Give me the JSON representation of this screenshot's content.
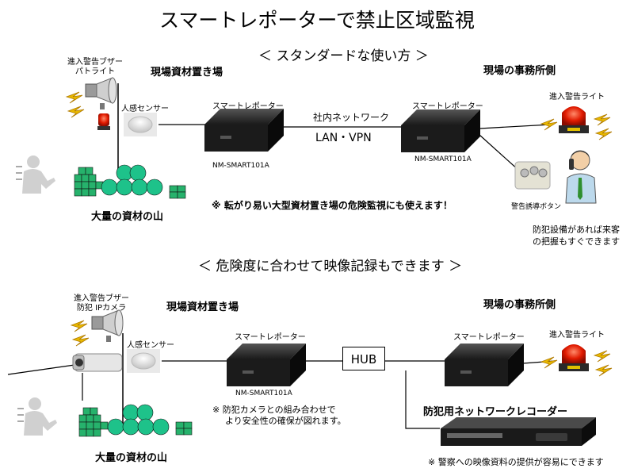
{
  "title": "スマートレポーターで禁止区域監視",
  "section1": {
    "heading": "＜ スタンダードな使い方 ＞",
    "buzzer_label_1": "進入警告ブザー",
    "buzzer_label_2": "パトライト",
    "site_label": "現場資材置き場",
    "sensor_label": "人感センサー",
    "reporter_label_left": "スマートレポーター",
    "network_label": "社内ネットワーク",
    "lan_label": "LAN・VPN",
    "reporter_label_right": "スマートレポーター",
    "office_label": "現場の事務所側",
    "warning_light_label": "進入警告ライト",
    "model_left": "NM-SMART101A",
    "model_right": "NM-SMART101A",
    "button_label": "警告誘導ボタン",
    "materials_label": "大量の資材の山",
    "note": "※ 転がり易い大型資材置き場の危険監視にも使えます！",
    "guard_note_1": "防犯設備があれば来客",
    "guard_note_2": "の把握もすぐできます"
  },
  "section2": {
    "heading": "＜ 危険度に合わせて映像記録もできます ＞",
    "buzzer_label_1": "進入警告ブザー",
    "buzzer_label_2": "防犯 IPカメラ",
    "site_label": "現場資材置き場",
    "sensor_label": "人感センサー",
    "reporter_label_left": "スマートレポーター",
    "model_left": "NM-SMART101A",
    "hub_label": "HUB",
    "reporter_label_right": "スマートレポーター",
    "office_label": "現場の事務所側",
    "warning_light_label": "進入警告ライト",
    "camera_note_1": "※ 防犯カメラとの組み合わせで",
    "camera_note_2": "より安全性の確保が図れます。",
    "recorder_label": "防犯用ネットワークレコーダー",
    "materials_label": "大量の資材の山",
    "recorder_note": "※ 警察への映像資料の提供が容易にできます"
  }
}
